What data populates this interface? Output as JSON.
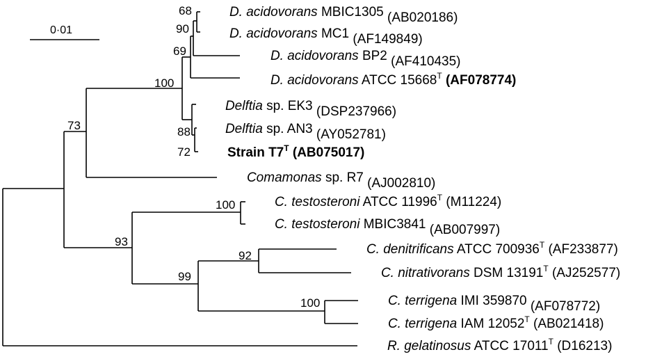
{
  "scale_bar": {
    "label": "0·01"
  },
  "taxa": [
    {
      "genus": "D. acidovorans",
      "strain": " MBIC1305",
      "type": "",
      "accession": " (AB020186)"
    },
    {
      "genus": "D. acidovorans",
      "strain": " MC1",
      "type": "",
      "accession": " (AF149849)"
    },
    {
      "genus": "D. acidovorans",
      "strain": " BP2",
      "type": "",
      "accession": " (AF410435)"
    },
    {
      "genus": "D. acidovorans",
      "strain": " ATCC 15668",
      "type": "T",
      "accession": " (AF078774)"
    },
    {
      "genus": "Delftia",
      "strain": " sp. EK3",
      "type": "",
      "accession": " (DSP237966)"
    },
    {
      "genus": "Delftia",
      "strain": " sp. AN3",
      "type": "",
      "accession": " (AY052781)"
    },
    {
      "genus": "",
      "strain": "Strain T7",
      "type": "T",
      "accession": " (AB075017)"
    },
    {
      "genus": "Comamonas",
      "strain": " sp. R7",
      "type": "",
      "accession": " (AJ002810)"
    },
    {
      "genus": "C. testosteroni",
      "strain": " ATCC 11996",
      "type": "T",
      "accession": " (M11224)"
    },
    {
      "genus": "C. testosteroni",
      "strain": " MBIC3841",
      "type": "",
      "accession": " (AB007997)"
    },
    {
      "genus": "C. denitrificans",
      "strain": " ATCC 700936",
      "type": "T",
      "accession": " (AF233877)"
    },
    {
      "genus": "C. nitrativorans",
      "strain": " DSM 13191",
      "type": "T",
      "accession": " (AJ252577)"
    },
    {
      "genus": "C. terrigena",
      "strain": " IMI 359870",
      "type": "",
      "accession": " (AF078772)"
    },
    {
      "genus": "C. terrigena",
      "strain": " IAM 12052",
      "type": "T",
      "accession": " (AB021418)"
    },
    {
      "genus": "R. gelatinosus",
      "strain": " ATCC 17011",
      "type": "T",
      "accession": " (D16213)"
    }
  ],
  "bootstrap": {
    "acidovorans_mbic": "68",
    "acidovorans_mc1": "90",
    "acidovorans_group": "69",
    "delftia_clade": "100",
    "delftia_comamonas": "73",
    "an3_t7": "88",
    "t7": "72",
    "testosteroni": "100",
    "comamonas_clade": "93",
    "denit_nitrat": "92",
    "denit_terrigena": "99",
    "terrigena": "100"
  }
}
